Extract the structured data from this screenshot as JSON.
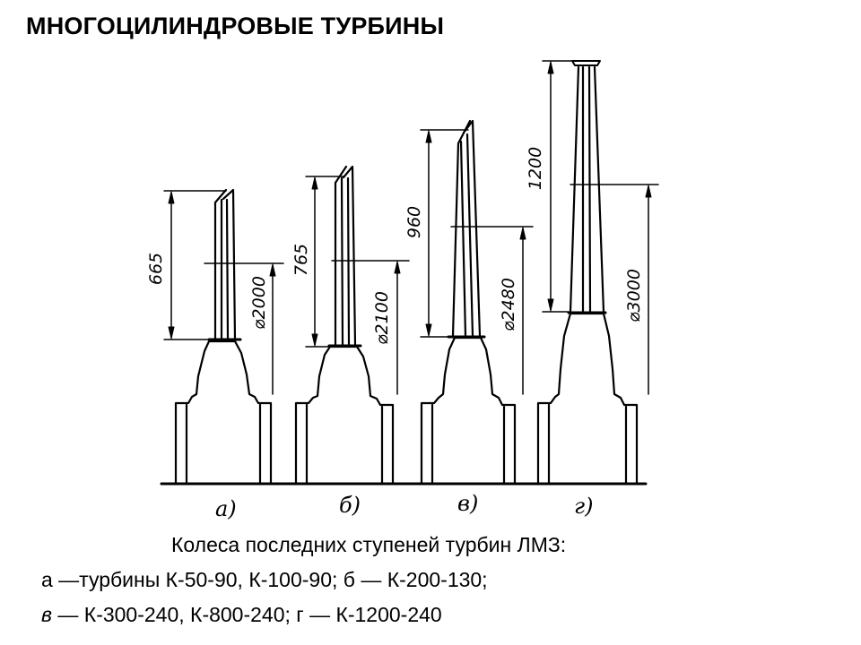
{
  "title": "МНОГОЦИЛИНДРОВЫЕ ТУРБИНЫ",
  "wheels": [
    {
      "label": "а)",
      "height": "665",
      "diameter": "⌀2000"
    },
    {
      "label": "б)",
      "height": "765",
      "diameter": "⌀2100"
    },
    {
      "label": "в)",
      "height": "960",
      "diameter": "⌀2480"
    },
    {
      "label": "г)",
      "height": "1200",
      "diameter": "⌀3000"
    }
  ],
  "caption": {
    "line1": "Колеса последних ступеней турбин ЛМЗ:",
    "line2": "а —турбины К-50-90, К-100-90; б — К-200-130;",
    "line3_letter": "в",
    "line3_rest": " — К-300-240, К-800-240; г — К-1200-240"
  }
}
